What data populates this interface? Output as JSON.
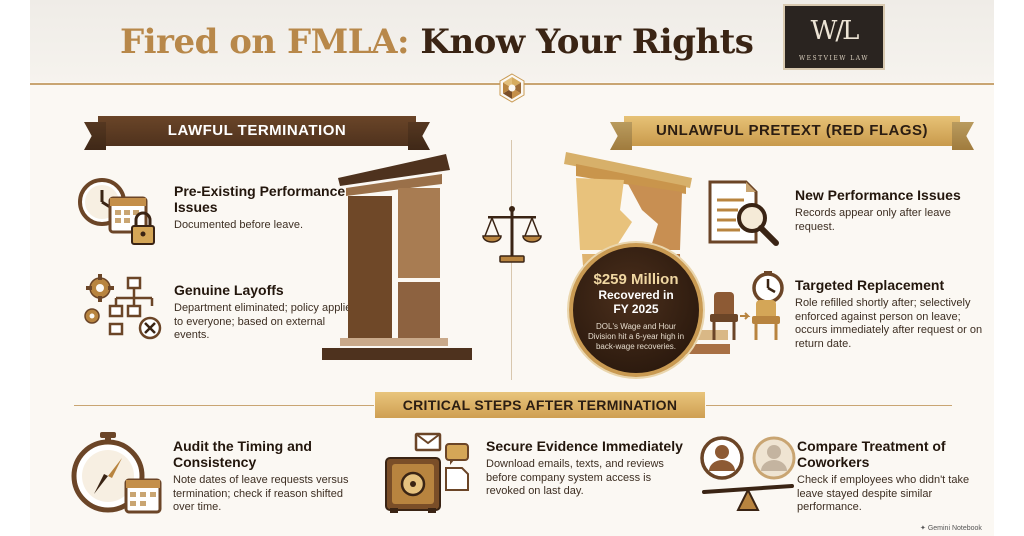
{
  "header": {
    "title_part1": "Fired on FMLA:",
    "title_part2": "Know Your Rights",
    "logo_monogram": "W/L",
    "logo_text": "WESTVIEW LAW"
  },
  "left": {
    "banner": "LAWFUL TERMINATION",
    "items": [
      {
        "title": "Pre-Existing Performance Issues",
        "body": "Documented before leave.",
        "icon": "clock-calendar-lock-icon"
      },
      {
        "title": "Genuine Layoffs",
        "body": "Department eliminated; policy applied to everyone; based on external events.",
        "icon": "gears-orgchart-icon"
      }
    ]
  },
  "right": {
    "banner": "UNLAWFUL PRETEXT (RED FLAGS)",
    "items": [
      {
        "title": "New Performance Issues",
        "body": "Records appear only after leave request.",
        "icon": "document-magnifier-icon"
      },
      {
        "title": "Targeted Replacement",
        "body": "Role refilled shortly after; selectively enforced against person on leave; occurs immediately after request or on return date.",
        "icon": "chairs-clock-icon"
      }
    ]
  },
  "stat": {
    "amount": "$259 Million",
    "line2": "Recovered in",
    "line3": "FY 2025",
    "note": "DOL's Wage and Hour Division hit a 6-year high in back-wage recoveries."
  },
  "steps": {
    "banner": "CRITICAL STEPS AFTER TERMINATION",
    "items": [
      {
        "title": "Audit the Timing and Consistency",
        "body": "Note dates of leave requests versus termination; check if reason shifted over time.",
        "icon": "stopwatch-calendar-icon"
      },
      {
        "title": "Secure Evidence Immediately",
        "body": "Download emails, texts, and reviews before company system access is revoked on last day.",
        "icon": "safe-documents-icon"
      },
      {
        "title": "Compare Treatment of Coworkers",
        "body": "Check if employees who didn't take leave stayed despite similar performance.",
        "icon": "people-balance-icon"
      }
    ]
  },
  "footer": {
    "credit": "Gemini Notebook"
  },
  "colors": {
    "brown": "#5a3a22",
    "gold": "#d4a657",
    "dark": "#2b1d12"
  }
}
